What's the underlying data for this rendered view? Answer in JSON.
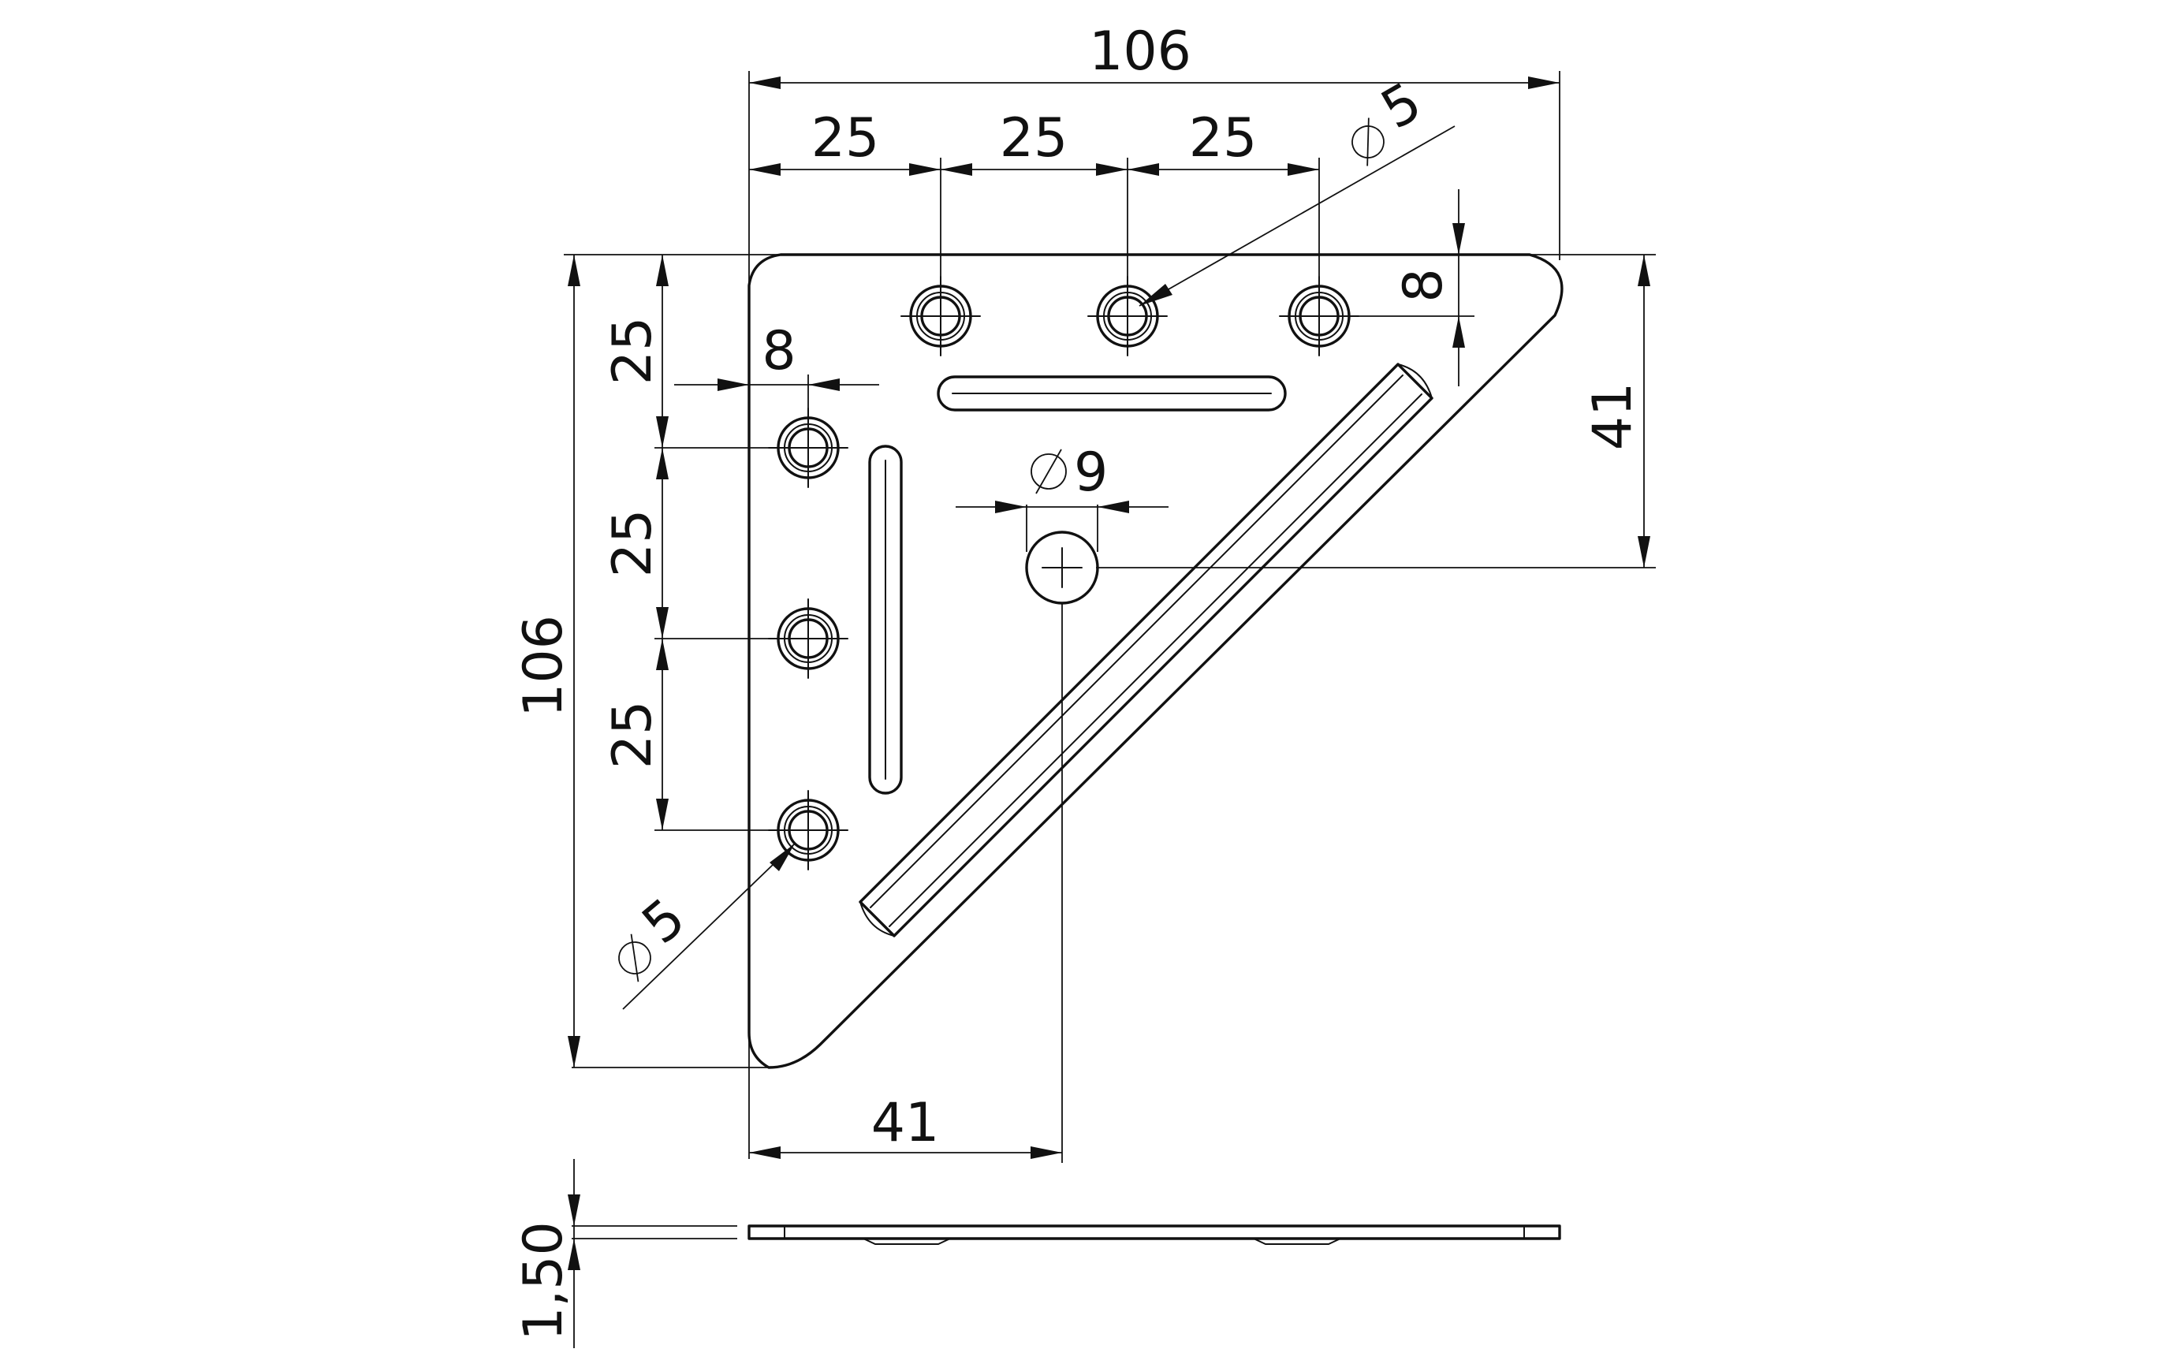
{
  "drawing": {
    "dimensions": {
      "overall_width": "106",
      "hole_pitch_top_1": "25",
      "hole_pitch_top_2": "25",
      "hole_pitch_top_3": "25",
      "hole_dia_top": "5",
      "edge_offset_top": "8",
      "center_hole_offset_right": "41",
      "overall_height": "106",
      "hole_pitch_left_1": "25",
      "hole_pitch_left_2": "25",
      "hole_pitch_left_3": "25",
      "edge_offset_left": "8",
      "center_hole_dia": "9",
      "hole_dia_left": "5",
      "center_hole_offset_bottom": "41",
      "thickness": "1,50"
    },
    "symbols": {
      "diameter": "diameter-symbol"
    }
  }
}
